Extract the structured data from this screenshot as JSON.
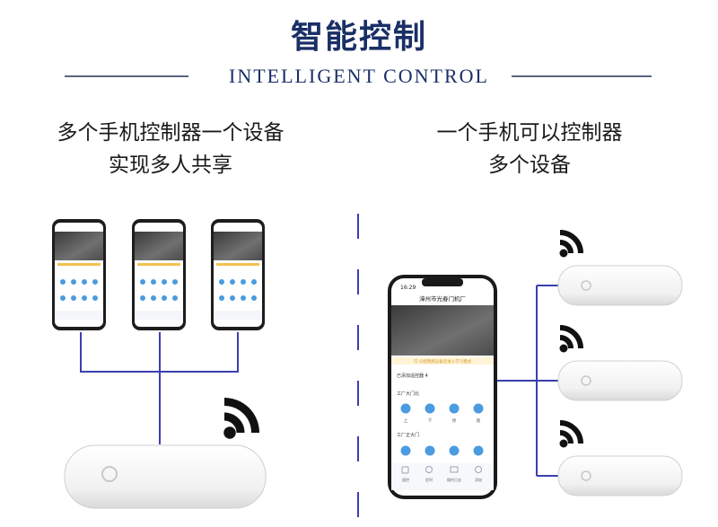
{
  "header": {
    "title_cn": "智能控制",
    "title_en": "INTELLIGENT CONTROL"
  },
  "left_panel": {
    "line1": "多个手机控制器一个设备",
    "line2": "实现多人共享"
  },
  "right_panel": {
    "line1": "一个手机可以控制器",
    "line2": "多个设备"
  },
  "big_phone": {
    "status_time": "16:29",
    "app_title": "漳州市光春门机厂",
    "banner": "可 分配网络设备后进入学习模式",
    "section_label": "已添加遥控器 4",
    "group1_name": "工厂大门北",
    "group2_name": "工厂正大门",
    "button_labels": [
      "上",
      "下",
      "停",
      "锁"
    ],
    "nav_labels": [
      "遥控",
      "定时",
      "操作日志",
      "添加"
    ]
  },
  "colors": {
    "navy": "#1a2f66",
    "connector": "#3b3fb0",
    "accent": "#2e8bd8"
  }
}
